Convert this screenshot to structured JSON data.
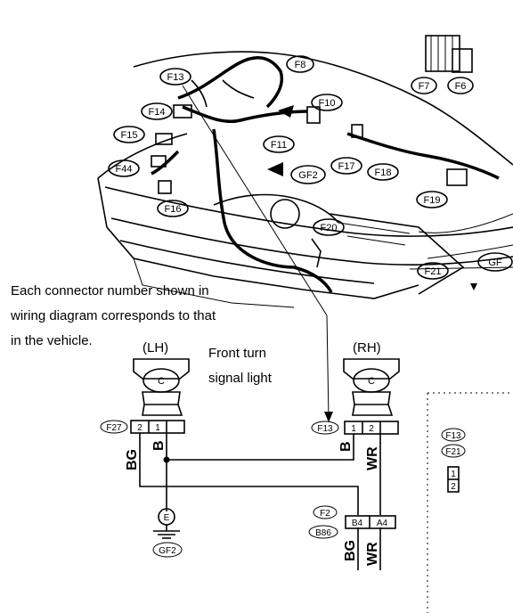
{
  "note": {
    "line1": "Each connector number shown in",
    "line2": "wiring diagram corresponds to that",
    "line3": "in the vehicle."
  },
  "lights": {
    "lh": "(LH)",
    "rh": "(RH)",
    "caption1": "Front turn",
    "caption2": "signal light"
  },
  "vehicle_connectors": [
    "F13",
    "F8",
    "F7",
    "F6",
    "F14",
    "F10",
    "F15",
    "F11",
    "F44",
    "GF2",
    "F17",
    "F18",
    "F16",
    "F19",
    "F20",
    "F21",
    "GF"
  ],
  "lh_connector": {
    "tag": "F27",
    "pins": [
      "2",
      "1"
    ],
    "wires": [
      "BG",
      "B"
    ]
  },
  "rh_connector": {
    "tag": "F13",
    "pins": [
      "1",
      "2"
    ],
    "wires": [
      "B",
      "WR"
    ]
  },
  "joint": {
    "tags": [
      "F2",
      "B86"
    ],
    "pins": [
      "B4",
      "A4"
    ],
    "wires": [
      "BG",
      "WR"
    ]
  },
  "ground": {
    "symbol": "E",
    "tag": "GF2"
  },
  "legend": {
    "tags": [
      "F13",
      "F21"
    ],
    "pins": [
      "1",
      "2"
    ]
  }
}
